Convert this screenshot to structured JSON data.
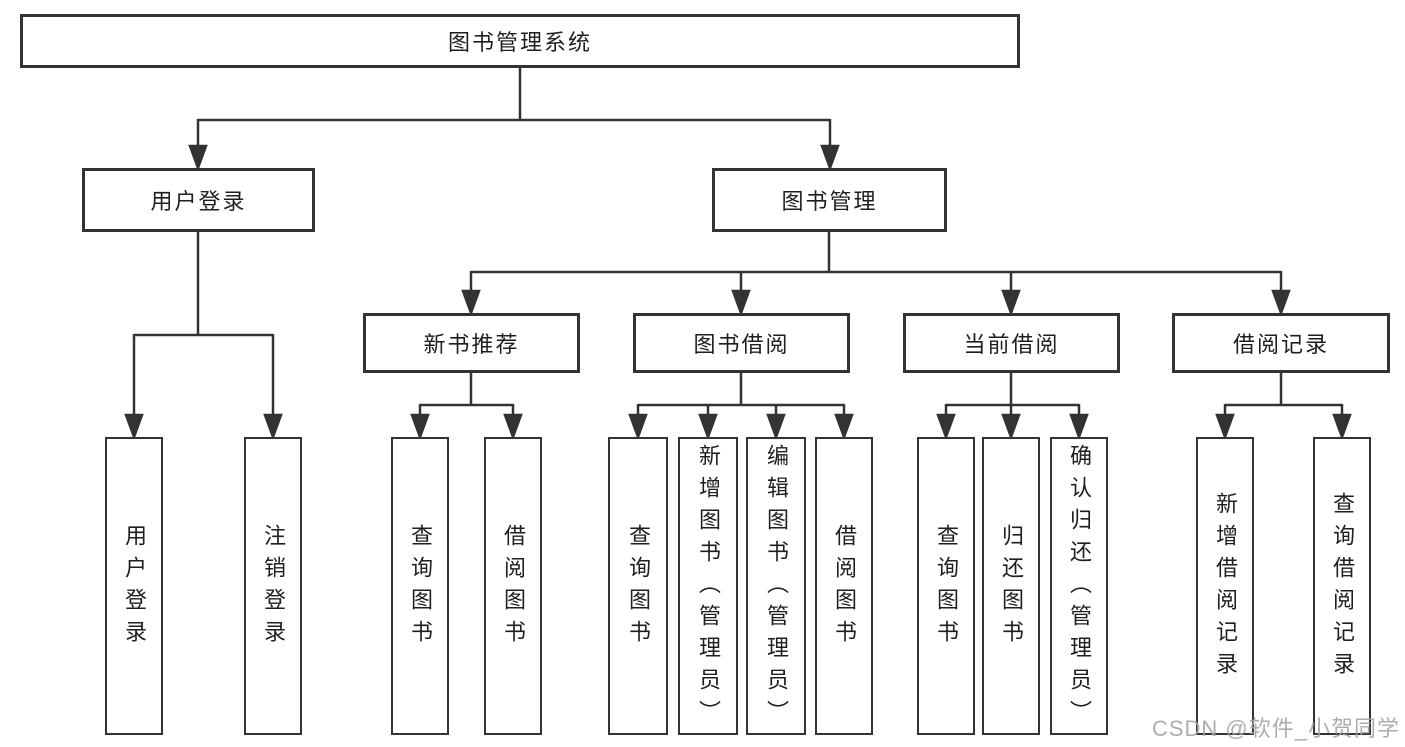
{
  "diagram": {
    "title": "图书管理系统",
    "level2": [
      {
        "label": "用户登录"
      },
      {
        "label": "图书管理"
      }
    ],
    "level3": [
      {
        "label": "新书推荐"
      },
      {
        "label": "图书借阅"
      },
      {
        "label": "当前借阅"
      },
      {
        "label": "借阅记录"
      }
    ],
    "leaves": {
      "login": [
        {
          "label": "用户登录"
        },
        {
          "label": "注销登录"
        }
      ],
      "newbook": [
        {
          "label": "查询图书"
        },
        {
          "label": "借阅图书"
        }
      ],
      "borrow": [
        {
          "label": "查询图书"
        },
        {
          "label": "新增图书（管理员）"
        },
        {
          "label": "编辑图书（管理员）"
        },
        {
          "label": "借阅图书"
        }
      ],
      "current": [
        {
          "label": "查询图书"
        },
        {
          "label": "归还图书"
        },
        {
          "label": "确认归还（管理员）"
        }
      ],
      "records": [
        {
          "label": "新增借阅记录"
        },
        {
          "label": "查询借阅记录"
        }
      ]
    }
  },
  "watermark": {
    "text": "CSDN @软件_小贺同学"
  },
  "colors": {
    "line": "#333333",
    "text": "#1f1f1f",
    "watermark": "#a4a4a4",
    "background": "#ffffff"
  }
}
